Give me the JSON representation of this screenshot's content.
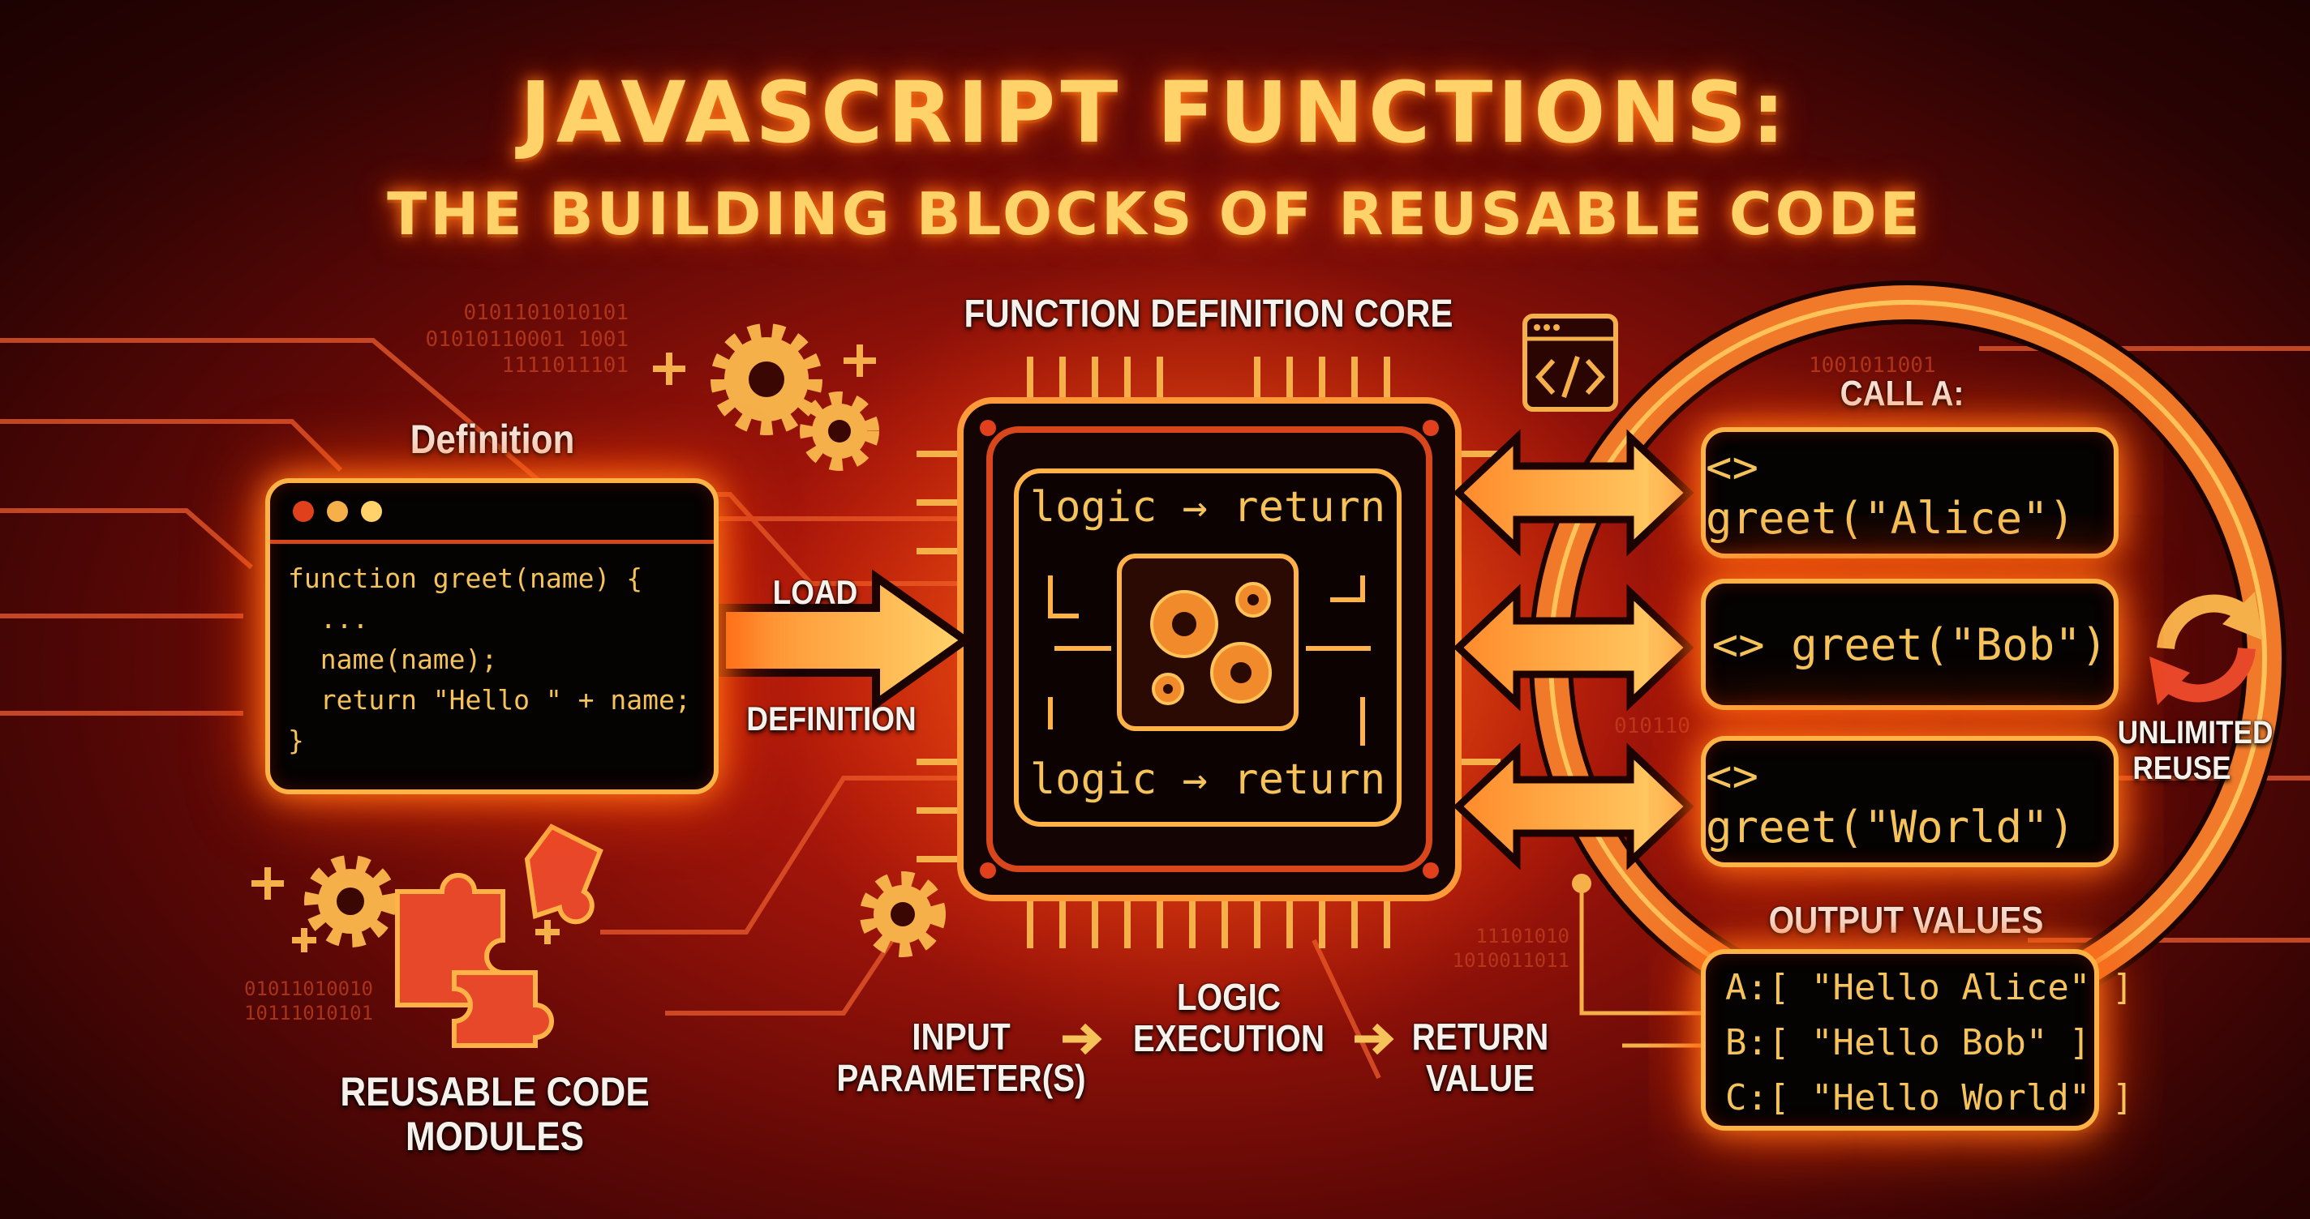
{
  "title": {
    "line1": "JAVASCRIPT FUNCTIONS:",
    "line2": "THE BUILDING BLOCKS OF REUSABLE CODE"
  },
  "definition": {
    "label": "Definition",
    "code": [
      "function greet(name) {",
      "  ...",
      "  name(name);",
      "  return \"Hello \" + name;",
      "}"
    ]
  },
  "load_arrow": {
    "top_label": "LOAD",
    "bottom_label": "DEFINITION"
  },
  "core": {
    "label": "FUNCTION DEFINITION CORE",
    "top_text": "logic → return",
    "bottom_text": "logic → return"
  },
  "calls": {
    "label": "CALL A:",
    "items": [
      "<> greet(\"Alice\")",
      "<> greet(\"Bob\")",
      "<> greet(\"World\")"
    ]
  },
  "reuse": {
    "line1": "UNLIMITED",
    "line2": "REUSE"
  },
  "outputs": {
    "label": "OUTPUT VALUES",
    "items": [
      "A:[ \"Hello Alice\" ]",
      "B:[ \"Hello Bob\" ]",
      "C:[ \"Hello World\" ]"
    ]
  },
  "flow": {
    "input": {
      "line1": "INPUT",
      "line2": "PARAMETER(S)"
    },
    "logic": {
      "line1": "LOGIC",
      "line2": "EXECUTION"
    },
    "return": {
      "line1": "RETURN",
      "line2": "VALUE"
    },
    "arrow": "→"
  },
  "modules": {
    "line1": "REUSABLE CODE",
    "line2": "MODULES"
  },
  "binary": {
    "top": [
      "0101101010101",
      "01010110001 1001",
      "1111011101"
    ],
    "left": [
      "01011010010",
      "10111010101"
    ],
    "right": [
      "11101010",
      "1010011011"
    ],
    "ring_top": "1001011001",
    "ring_left": "010110"
  },
  "colors": {
    "accent": "#ffb347",
    "gold": "#f5c35a",
    "red": "#e0401c",
    "bg": "#2a0303"
  }
}
